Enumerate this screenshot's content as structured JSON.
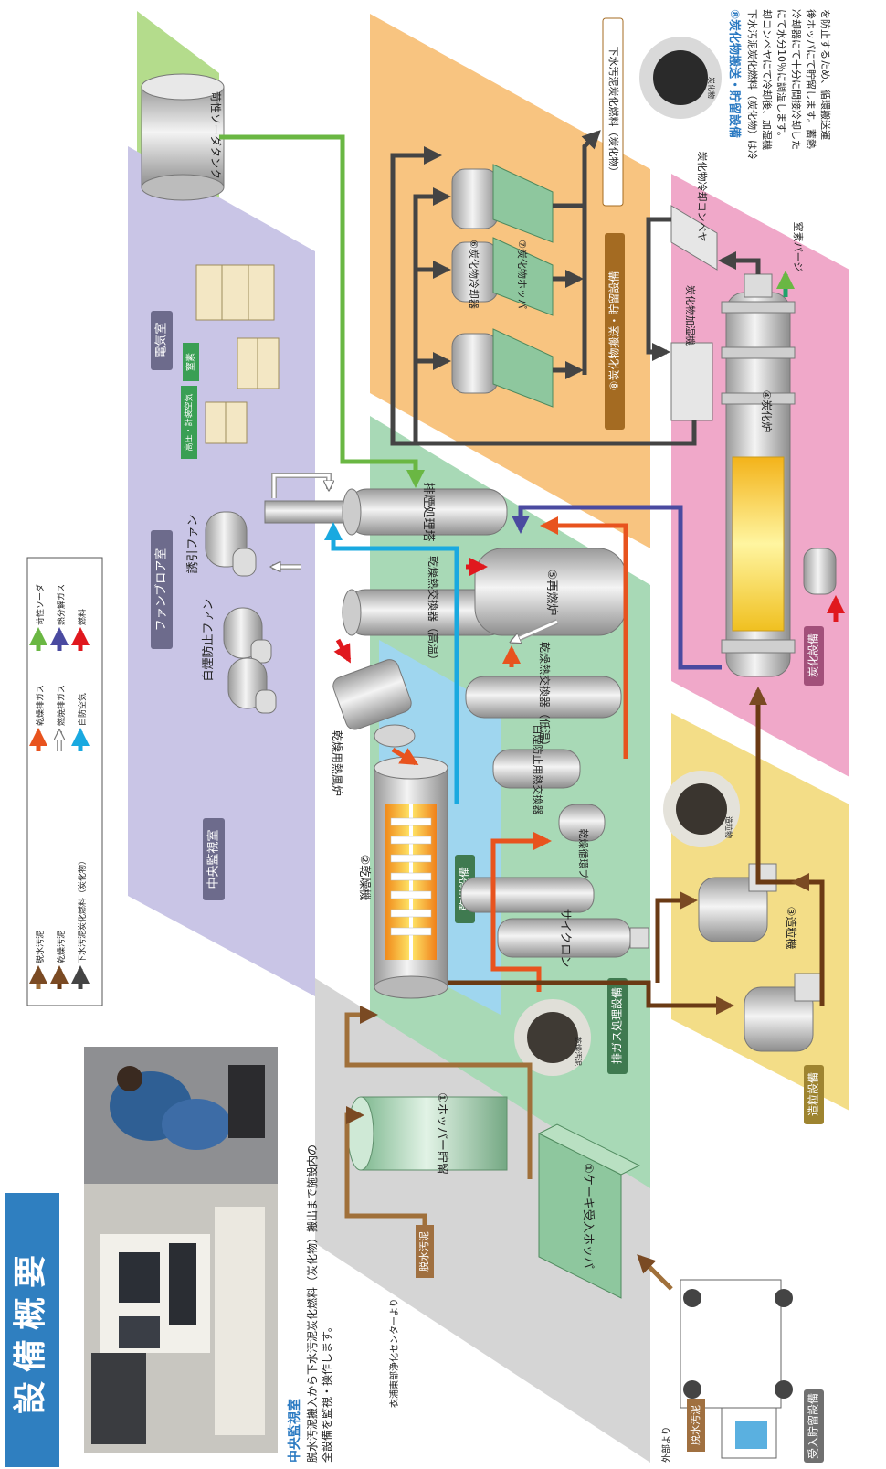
{
  "title": "設備概要",
  "control_room": {
    "heading": "中央監視室",
    "desc_line1": "脱水汚泥搬入から下水汚泥炭化燃料（炭化物）搬出まで施設内の",
    "desc_line2": "全設備を監視・操作します。"
  },
  "legend": {
    "dewatered_sludge": "脱水汚泥",
    "dried_sludge": "乾燥汚泥",
    "carbonized_fuel": "下水汚泥炭化燃料（炭化物）",
    "dry_exhaust": "乾燥排ガス",
    "combustion_exhaust": "燃焼排ガス",
    "white_smoke_air": "白防空気",
    "caustic_soda": "苛性ソーダ",
    "pyrolysis_gas": "熱分解ガス",
    "fuel": "燃料"
  },
  "zones": {
    "receiving": "受入貯留設備",
    "drying": "乾燥設備",
    "exhaust": "排ガス処理設備",
    "granulation": "造粒設備",
    "carbonization": "炭化設備",
    "transport": "⑧炭化物搬送・貯留設備",
    "central_room": "中央監視室",
    "fan_room": "ファンブロア室",
    "electrical_room": "電気室"
  },
  "equipment": {
    "cake_hopper": "①ケーキ受入ホッパ",
    "storage_hopper": "①ホッパー貯留",
    "dryer": "②乾燥機",
    "hot_air_furnace": "乾燥用熱風炉",
    "heat_ex_high": "乾燥熱交換器（高温）",
    "heat_ex_low": "乾燥熱交換器（低温）",
    "white_smoke_ex": "白煙防止用熱交換器",
    "dry_blower": "乾燥循環ブロワ",
    "cyclone": "サイクロン",
    "granulator": "③造粒機",
    "carbonizer": "④炭化炉",
    "reburner": "⑤再燃炉",
    "cooler": "⑥炭化物冷却器",
    "carb_hopper": "⑦炭化物ホッパ",
    "humidifier": "炭化物加湿機",
    "cooling_conveyor": "炭化物冷却コンベヤ",
    "nitrogen_purge": "窒素パージ",
    "scrubber": "排煙処理塔",
    "induced_fan": "誘引ファン",
    "white_smoke_fan": "白煙防止ファン",
    "caustic_tank": "苛性ソーダタンク",
    "hv_panel": "高圧・計装空気",
    "nitrogen": "窒素"
  },
  "labels": {
    "from_outside": "外部より",
    "dewatered_sludge_in": "脱水汚泥",
    "from_center": "衣浦東部浄化センターより",
    "dewatered_sludge_pipe": "脱水汚泥",
    "carbonized_fuel_out": "下水汚泥炭化燃料（炭化物）",
    "photo_dried": "乾燥汚泥",
    "photo_granulated": "造粒物",
    "photo_carbonized": "炭化物"
  },
  "section8": {
    "heading": "⑧炭化物搬送・貯留設備",
    "lines": [
      "下水汚泥炭化燃料（炭化物）は冷",
      "却コンベヤにて冷却後、加湿機",
      "にて水分10％に調湿します。",
      "冷却器にて十分に間接冷却した",
      "後ホッパにて貯留します。蓄熱",
      "を防止するため、循環搬送運"
    ]
  },
  "colors": {
    "receiving": "#d3d3d3",
    "drying": "#a8d9b6",
    "granulation": "#f3dd87",
    "carbonization": "#f0a8c9",
    "transport": "#f8c480",
    "rooms": "#c9c5e6",
    "caustic_area": "#b4dc8c",
    "accent_blue": "#2b7ac2",
    "title_bar": "#2f7fc0"
  }
}
